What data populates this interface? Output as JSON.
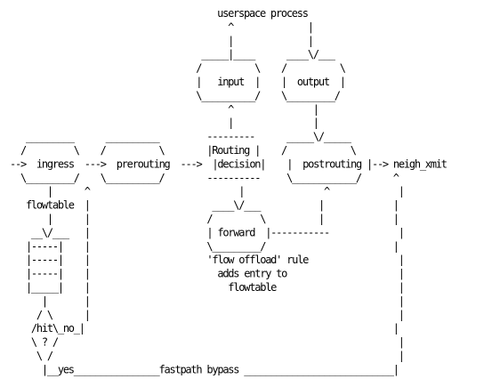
{
  "diagram": {
    "ascii_rows": [
      "                                       userspace process",
      "                                         ^              |",
      "                                         |              |",
      "                                    _____|____      ____\\/___",
      "                                   /          \\    /          \\",
      "                                   |   input  |    |  output  |",
      "                                   \\__________/    \\_________/",
      "                                         ^               |",
      "                                         |               |",
      "   _________      __________         ---------      _____\\/_____",
      "  /         \\    /          \\        |Routing |    /            \\",
      "-->  ingress  --->  prerouting  --->  |decision|    |  postrouting |--> neigh_xmit",
      "  \\_________/    \\__________/        ----------     \\____________/      ^",
      "       |      ^                            |               ^             |",
      "   flowtable  |                       ____\\/___           |             |",
      "       |      |                      /         \\          |             |",
      "    __\\/___   |                      | forward  |-----------             |",
      "   |-----|    |                      \\_________/                        |",
      "   |-----|    |                      'flow offload' rule                 |",
      "   |-----|    |                        adds entry to                     |",
      "   |_____|    |                          flowtable                       |",
      "      |       |                                                          |",
      "     / \\      |                                                          |",
      "    /hit\\_no_|                                                          |",
      "    \\ ? /                                                                |",
      "     \\ /                                                                 |",
      "      |__yes________________fastpath bypass ____________________________|"
    ]
  },
  "colors": {
    "background": "#ffffff",
    "text": "#000000"
  }
}
